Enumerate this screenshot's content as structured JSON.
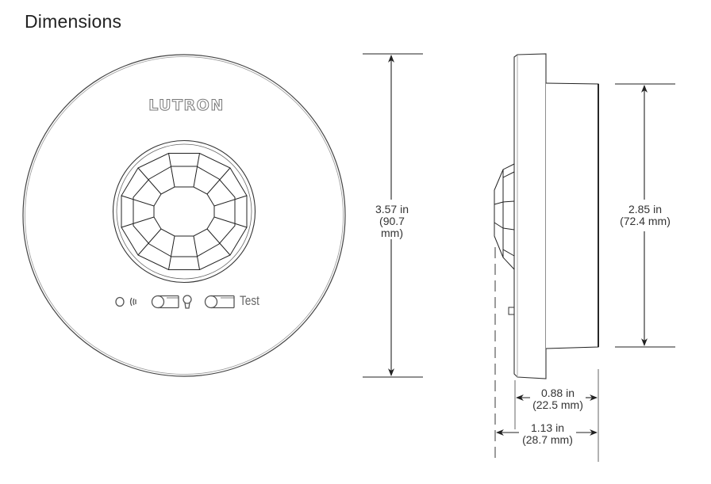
{
  "title": "Dimensions",
  "front_view": {
    "brand_logo": "LUTRON",
    "controls": [
      {
        "icon": "led-indicator-icon"
      },
      {
        "icon": "wireless-signal-icon"
      },
      {
        "icon": "toggle-switch-icon"
      },
      {
        "icon": "light-bulb-icon"
      },
      {
        "icon": "toggle-switch-icon"
      },
      {
        "label": "Test"
      }
    ]
  },
  "dimensions": {
    "diameter": {
      "in": "3.57 in",
      "mm": "(90.7 mm)"
    },
    "body_diameter": {
      "in": "2.85 in",
      "mm": "(72.4 mm)"
    },
    "body_depth": {
      "in": "0.88 in",
      "mm": "(22.5 mm)"
    },
    "total_depth": {
      "in": "1.13 in",
      "mm": "(28.7 mm)"
    }
  },
  "colors": {
    "line": "#222222",
    "light_line": "#888888",
    "text": "#333333"
  }
}
